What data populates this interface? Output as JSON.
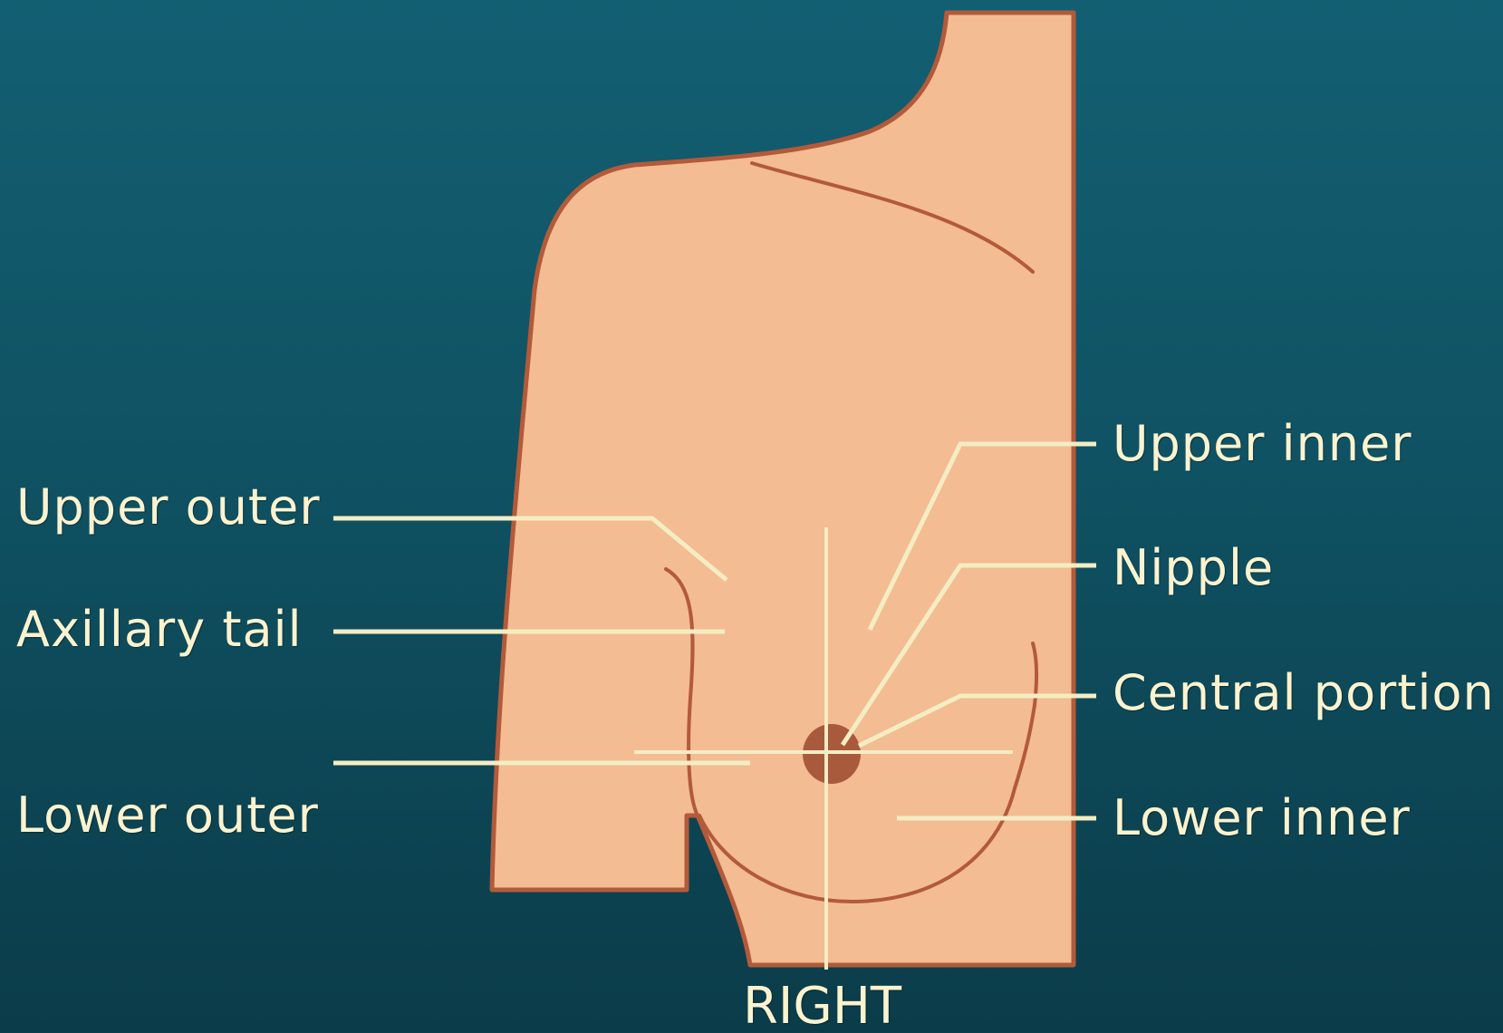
{
  "colors": {
    "background": "#0f5263",
    "skin": "#f3bc92",
    "outline": "#b35a3a",
    "nipple": "#a95a3d",
    "leader_lines": "#f4edc4",
    "label_text": "#fbf3cf"
  },
  "labels": {
    "upper_outer": "Upper outer",
    "axillary_tail": "Axillary tail",
    "lower_outer": "Lower outer",
    "upper_inner": "Upper inner",
    "nipple": "Nipple",
    "central_portion": "Central portion",
    "lower_inner": "Lower inner",
    "side": "RIGHT"
  }
}
